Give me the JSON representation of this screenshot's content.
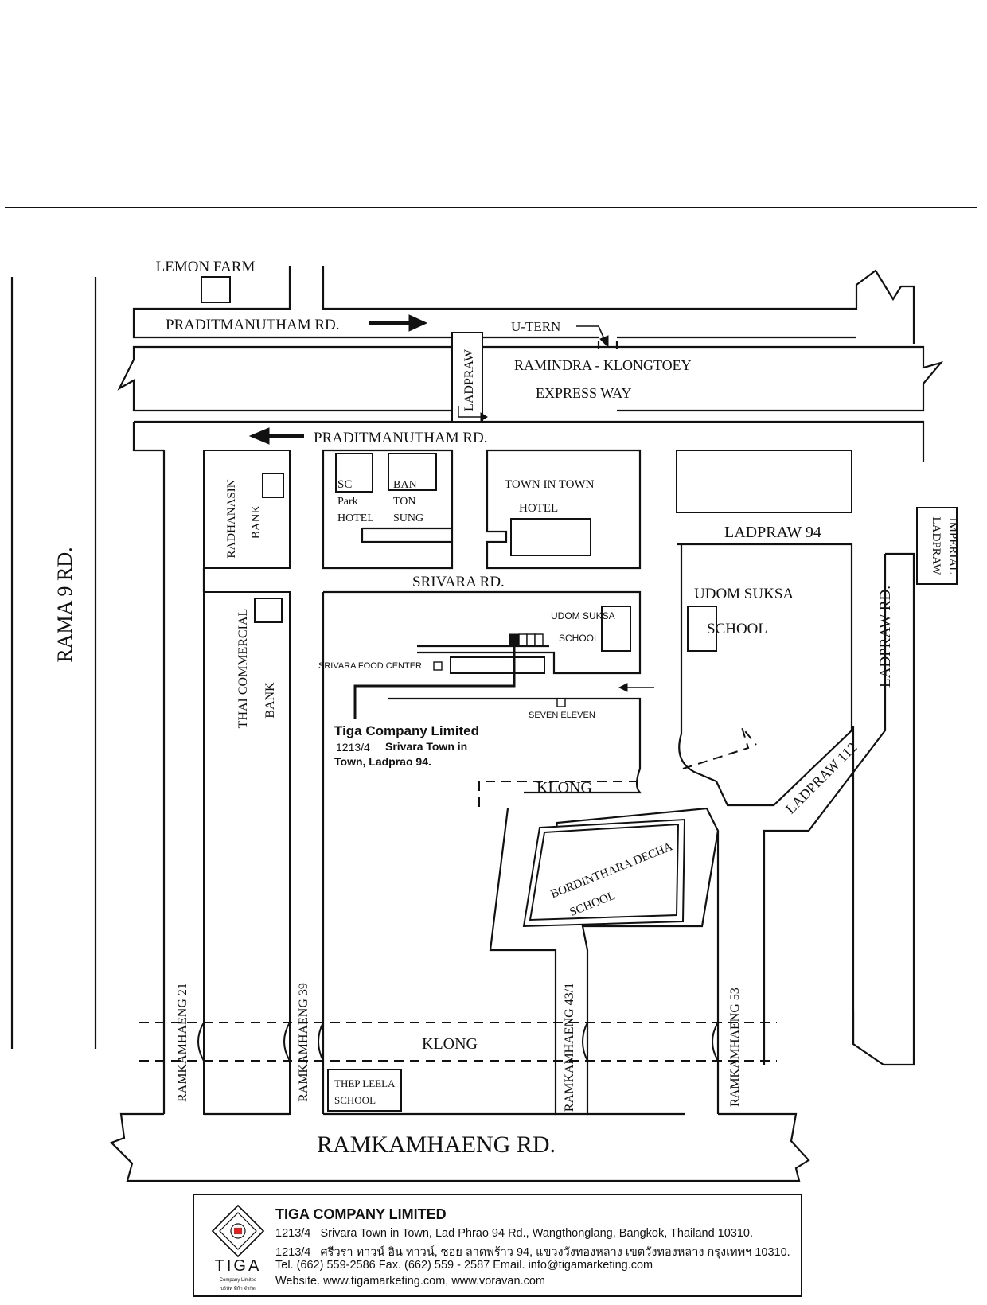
{
  "map": {
    "roads": {
      "rama9": "RAMA 9 RD.",
      "praditmanutham_top": "PRADITMANUTHAM RD.",
      "praditmanutham_bottom": "PRADITMANUTHAM RD.",
      "expressway_line1": "RAMINDRA - KLONGTOEY",
      "expressway_line2": "EXPRESS WAY",
      "ladpraw_bridge": "LADPRAW",
      "u_turn": "U-TERN",
      "srivara": "SRIVARA RD.",
      "ladpraw94": "LADPRAW 94",
      "ladpraw_rd": "LADPRAW RD.",
      "ladpraw112": "LADPRAW 112",
      "ramkamhaeng_rd": "RAMKAMHAENG RD.",
      "ramkamhaeng21": "RAMKAMHAENG 21",
      "ramkamhaeng39": "RAMKAMHAENG 39",
      "ramkamhaeng431": "RAMKAMHAENG 43/1",
      "ramkamhaeng53": "RAMKAMHAENG 53"
    },
    "landmarks": {
      "lemon_farm": "LEMON FARM",
      "radhanasin_line1": "RADHANASIN",
      "radhanasin_line2": "BANK",
      "sc_line1": "SC",
      "sc_line2": "Park",
      "sc_line3": "HOTEL",
      "ban_line1": "BAN",
      "ban_line2": "TON",
      "ban_line3": "SUNG",
      "town_line1": "TOWN IN TOWN",
      "town_line2": "HOTEL",
      "imperial_line1": "IMPERIAL",
      "imperial_line2": "LADPRAW",
      "udom_big_line1": "UDOM SUKSA",
      "udom_big_line2": "SCHOOL",
      "udom_small_line1": "UDOM SUKSA",
      "udom_small_line2": "SCHOOL",
      "srivara_food": "SRIVARA FOOD CENTER",
      "seven_eleven": "SEVEN ELEVEN",
      "thai_line1": "THAI COMMERCIAL",
      "thai_line2": "BANK",
      "klong_upper": "KLONG",
      "klong_lower": "KLONG",
      "bordin_line1": "BORDINTHARA DECHA",
      "bordin_line2": "SCHOOL",
      "thep_line1": "THEP LEELA",
      "thep_line2": "SCHOOL"
    },
    "destination": {
      "name": "Tiga Company Limited",
      "number": "1213/4",
      "address_line1": "Srivara Town in",
      "address_line2": "Town, Ladprao 94."
    }
  },
  "footer": {
    "logo_word": "TIGA",
    "logo_sub": "Company Limited",
    "logo_thai": "บริษัท ทีก้า จำกัด",
    "company_name": "TIGA COMPANY LIMITED",
    "address_en_num": "1213/4",
    "address_en": "Srivara Town in Town, Lad Phrao 94 Rd., Wangthonglang, Bangkok, Thailand 10310.",
    "address_th_num": "1213/4",
    "address_th": "ศรีวรา ทาวน์ อิน ทาวน์, ซอย ลาดพร้าว 94, แขวงวังทองหลาง เขตวังทองหลาง กรุงเทพฯ 10310.",
    "contact": "Tel. (662) 559-2586  Fax. (662) 559 - 2587  Email. info@tigamarketing.com",
    "website": "Website. www.tigamarketing.com,  www.voravan.com"
  }
}
